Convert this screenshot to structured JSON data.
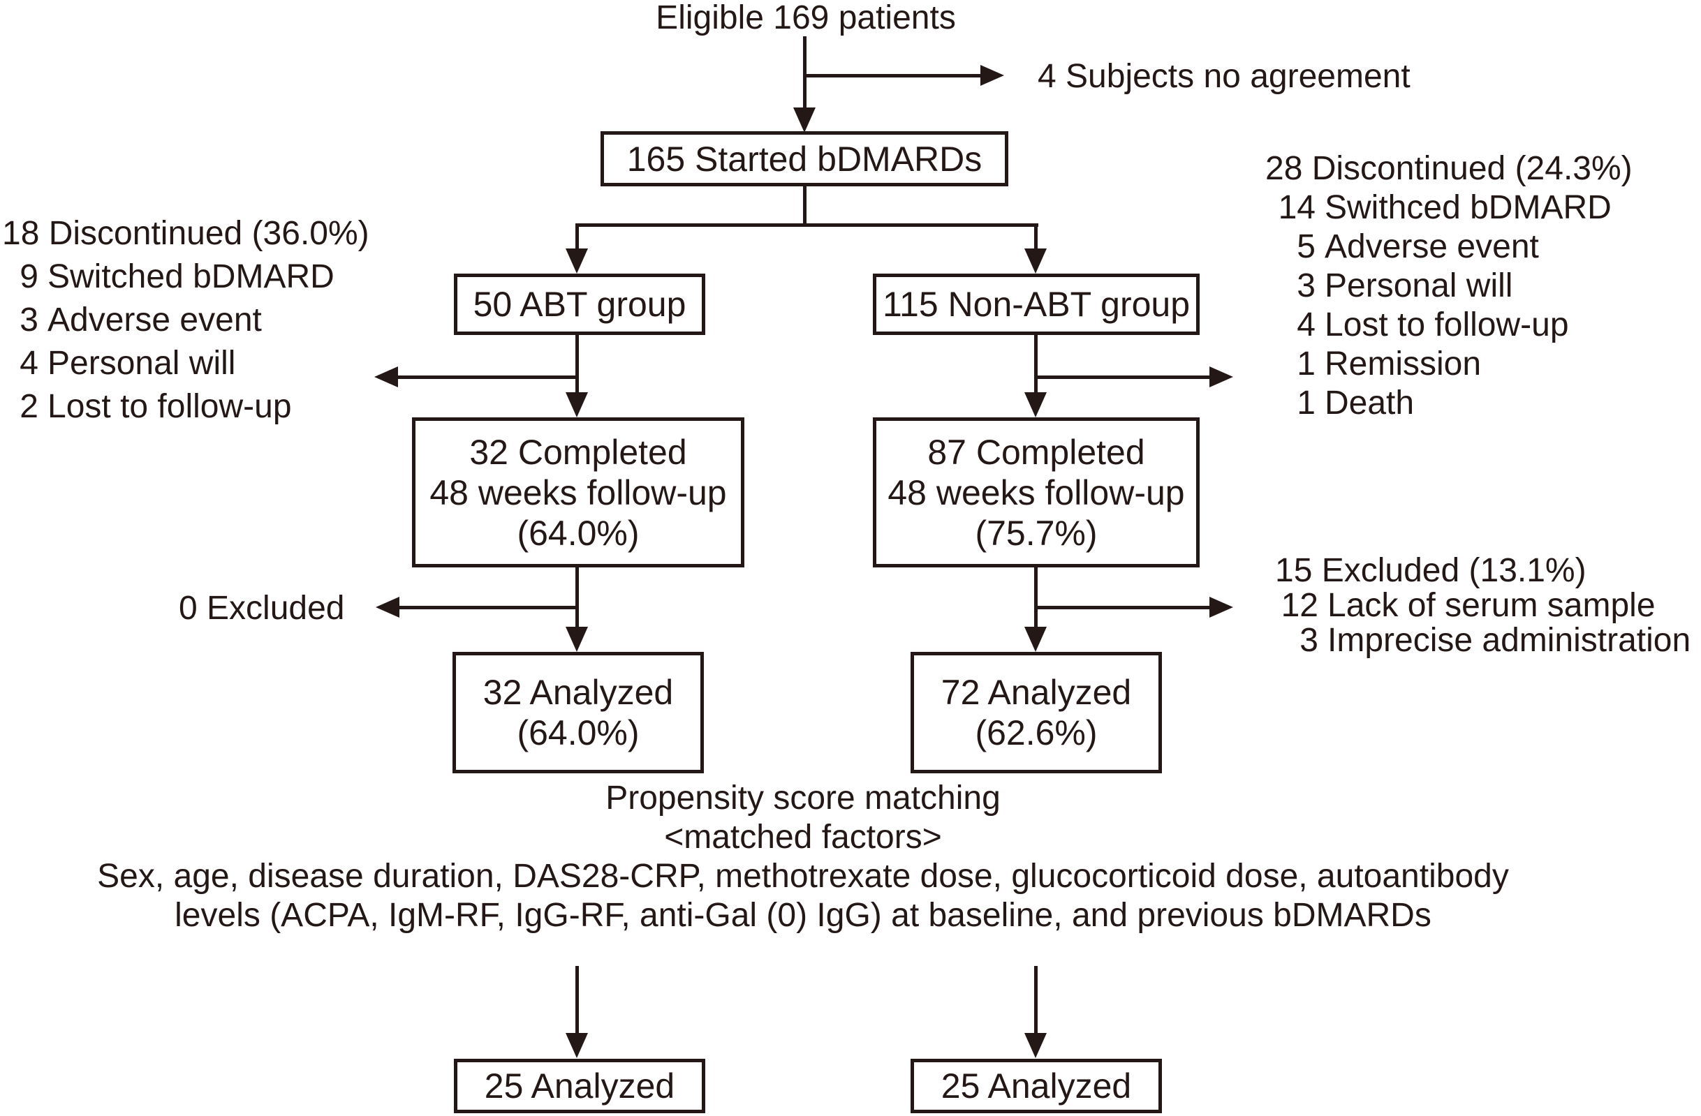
{
  "colors": {
    "ink": "#231815",
    "background": "#ffffff"
  },
  "diagram_type": "patient-flow-chart",
  "nodes": {
    "eligible": "Eligible 169 patients",
    "no_agreement": "4 Subjects no agreement",
    "started": "165 Started bDMARDs",
    "abt_group": "50 ABT group",
    "non_abt_group": "115 Non-ABT group",
    "abt_completed": {
      "line1": "32 Completed",
      "line2": "48 weeks follow-up",
      "line3": "(64.0%)"
    },
    "non_abt_completed": {
      "line1": "87 Completed",
      "line2": "48 weeks follow-up",
      "line3": "(75.7%)"
    },
    "abt_excluded": "0 Excluded",
    "abt_analyzed": {
      "line1": "32 Analyzed",
      "line2": "(64.0%)"
    },
    "non_abt_analyzed": {
      "line1": "72 Analyzed",
      "line2": "(62.6%)"
    },
    "abt_matched": "25 Analyzed",
    "non_abt_matched": "25 Analyzed"
  },
  "left_dropout": {
    "title": "18 Discontinued (36.0%)",
    "items": [
      {
        "num": "9",
        "label": "Switched bDMARD"
      },
      {
        "num": "3",
        "label": "Adverse event"
      },
      {
        "num": "4",
        "label": "Personal will"
      },
      {
        "num": "2",
        "label": "Lost to follow-up"
      }
    ]
  },
  "right_dropout": {
    "title": "28 Discontinued (24.3%)",
    "items": [
      {
        "num": "14",
        "label": "Swithced bDMARD"
      },
      {
        "num": "5",
        "label": "Adverse event"
      },
      {
        "num": "3",
        "label": "Personal will"
      },
      {
        "num": "4",
        "label": "Lost to follow-up"
      },
      {
        "num": "1",
        "label": "Remission"
      },
      {
        "num": "1",
        "label": "Death"
      }
    ]
  },
  "right_excluded": {
    "title": "15 Excluded (13.1%)",
    "items": [
      {
        "num": "12",
        "label": "Lack of serum sample"
      },
      {
        "num": "3",
        "label": "Imprecise administration"
      }
    ]
  },
  "matching": {
    "line1": "Propensity score matching",
    "line2": "<matched factors>",
    "line3": "Sex, age, disease duration, DAS28-CRP, methotrexate dose, glucocorticoid dose, autoantibody",
    "line4": "levels (ACPA, IgM-RF, IgG-RF, anti-Gal (0) IgG) at baseline, and previous bDMARDs"
  }
}
